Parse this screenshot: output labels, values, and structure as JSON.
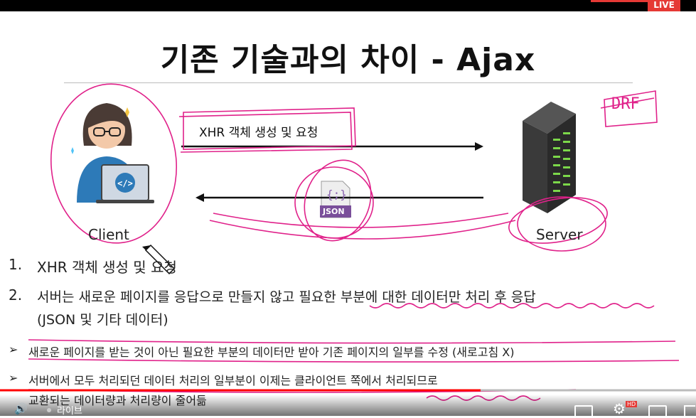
{
  "badge": {
    "live": "LIVE"
  },
  "slide": {
    "title": "기존 기술과의 차이 - Ajax",
    "client_label": "Client",
    "server_label": "Server",
    "request_label": "XHR  객체 생성 및 요청",
    "json_label": "JSON",
    "json_symbol": "{;}",
    "drf_annotation": "DRF",
    "items": [
      {
        "num": "1.",
        "text": "XHR 객체 생성 및 요청"
      },
      {
        "num": "2.",
        "text": "서버는 새로운 페이지를 응답으로 만들지 않고 필요한 부분에 대한 데이터만 처리 후 응답",
        "text2": "(JSON 및 기타 데이터)"
      }
    ],
    "bullets": [
      {
        "mark": "➢",
        "text": "새로운 페이지를 받는 것이 아닌 필요한 부분의 데이터만 받아 기존 페이지의 일부를 수정 (새로고침 X)"
      },
      {
        "mark": "➢",
        "text": "서버에서 모두 처리되던 데이터 처리의 일부분이 이제는 클라이언트 쪽에서 처리되므로",
        "text2": "교환되는 데이터량과 처리량이 줄어듦"
      }
    ]
  },
  "player": {
    "live_label": "라이브",
    "progress": 0.69,
    "icons": [
      "volume-icon",
      "subtitles-icon",
      "settings-icon",
      "miniplayer-icon",
      "fullscreen-icon"
    ],
    "hd_badge": "HD"
  },
  "colors": {
    "annotation": "#e0218a",
    "progress": "#ff0000",
    "live": "#e53935"
  }
}
